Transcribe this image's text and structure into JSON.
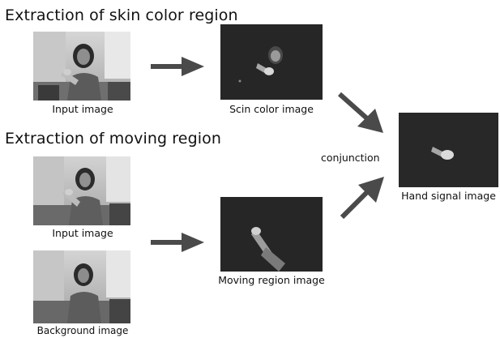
{
  "sections": {
    "skin": {
      "title": "Extraction of skin color region"
    },
    "moving": {
      "title": "Extraction of moving region"
    }
  },
  "captions": {
    "input_top": "Input image",
    "scin_color": "Scin color image",
    "input_mid": "Input image",
    "background": "Background image",
    "moving_region": "Moving region image",
    "hand_signal": "Hand signal image",
    "conjunction": "conjunction"
  }
}
